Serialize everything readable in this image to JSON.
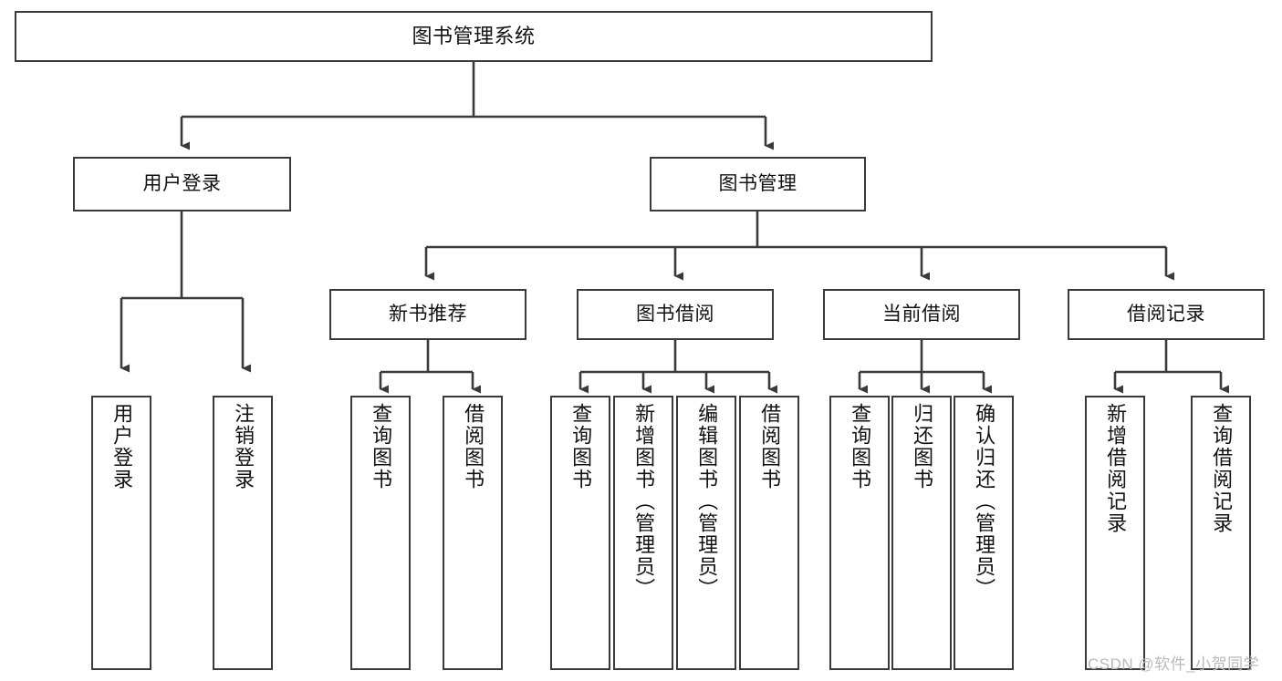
{
  "diagram": {
    "title": "图书管理系统",
    "type": "tree-hierarchy",
    "edge_color": "#3a3a3a",
    "box_border_color": "#3a3a3a",
    "background_color": "#ffffff",
    "text_color": "#111111"
  },
  "nodes": {
    "root": {
      "label": "图书管理系统"
    },
    "level1": [
      {
        "label": "用户登录"
      },
      {
        "label": "图书管理"
      }
    ],
    "level2": [
      {
        "label": "新书推荐"
      },
      {
        "label": "图书借阅"
      },
      {
        "label": "当前借阅"
      },
      {
        "label": "借阅记录"
      }
    ],
    "leaves": {
      "user_login": [
        {
          "label": "用户登录"
        },
        {
          "label": "注销登录"
        }
      ],
      "new_book_recommend": [
        {
          "label": "查询图书"
        },
        {
          "label": "借阅图书"
        }
      ],
      "book_borrow": [
        {
          "label": "查询图书"
        },
        {
          "label": "新增图书（管理员）"
        },
        {
          "label": "编辑图书（管理员）"
        },
        {
          "label": "借阅图书"
        }
      ],
      "current_borrow": [
        {
          "label": "查询图书"
        },
        {
          "label": "归还图书"
        },
        {
          "label": "确认归还（管理员）"
        }
      ],
      "borrow_record": [
        {
          "label": "新增借阅记录"
        },
        {
          "label": "查询借阅记录"
        }
      ]
    }
  },
  "watermark": {
    "text": "CSDN @软件_小贺同学"
  }
}
